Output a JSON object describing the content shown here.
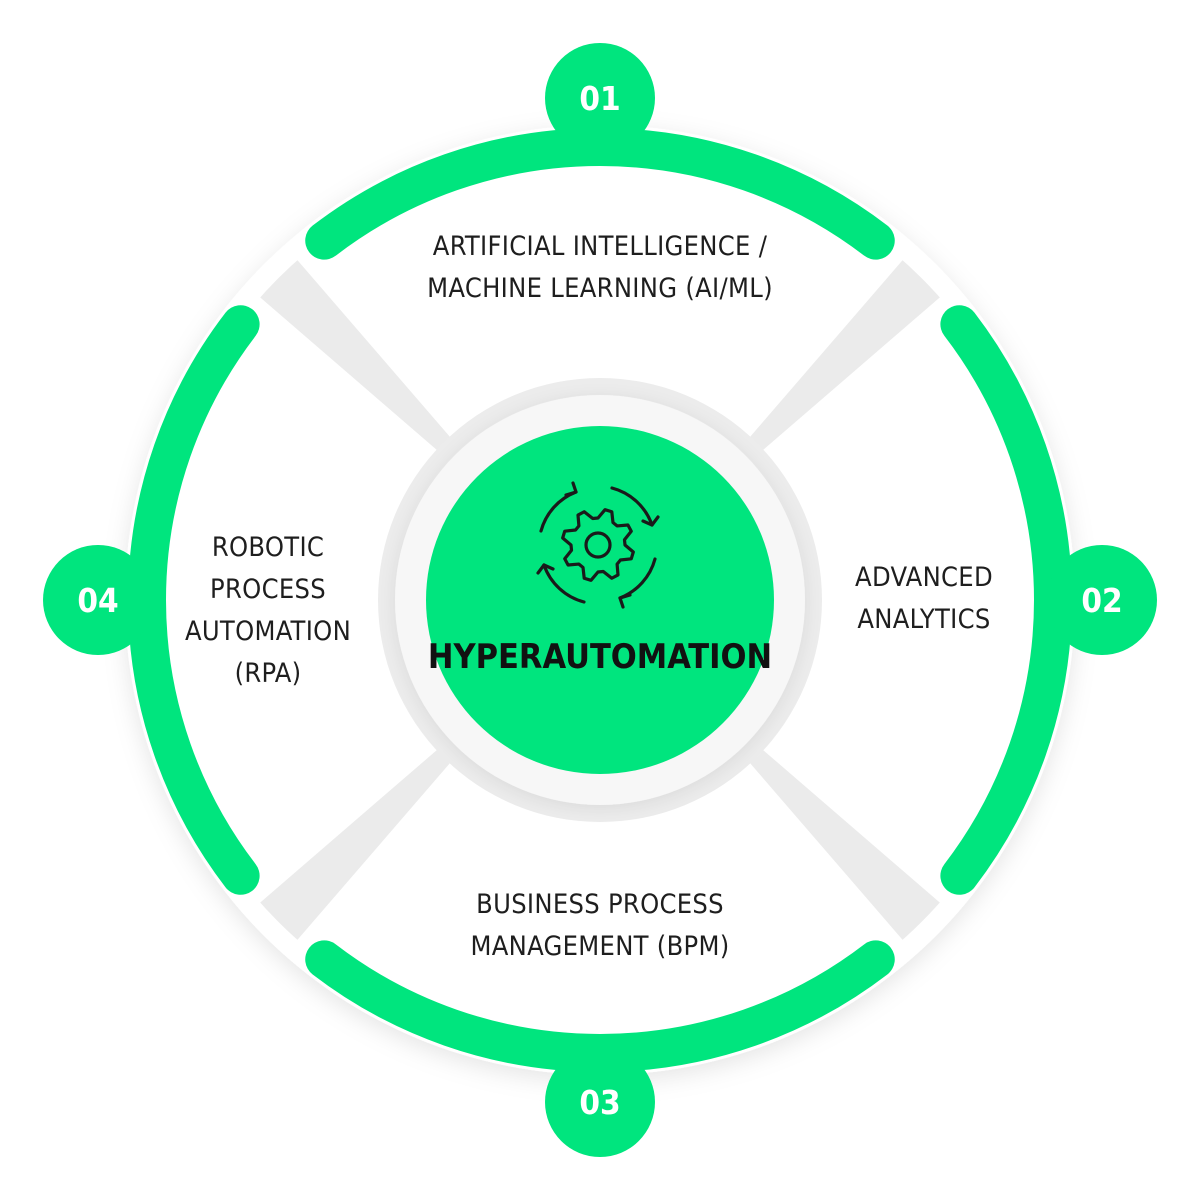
{
  "diagram": {
    "center": {
      "label": "HYPERAUTOMATION",
      "icon": "gear-cycle-icon"
    },
    "segments": [
      {
        "number": "01",
        "lines": [
          "ARTIFICIAL INTELLIGENCE /",
          "MACHINE LEARNING (AI/ML)"
        ]
      },
      {
        "number": "02",
        "lines": [
          "ADVANCED",
          "ANALYTICS"
        ]
      },
      {
        "number": "03",
        "lines": [
          "BUSINESS PROCESS",
          "MANAGEMENT (BPM)"
        ]
      },
      {
        "number": "04",
        "lines": [
          "ROBOTIC",
          "PROCESS",
          "AUTOMATION",
          "(RPA)"
        ]
      }
    ],
    "colors": {
      "accent": "#00E57E",
      "background": "#FFFFFF",
      "gap": "#EBEBEB",
      "text": "#1E1E1E"
    }
  }
}
